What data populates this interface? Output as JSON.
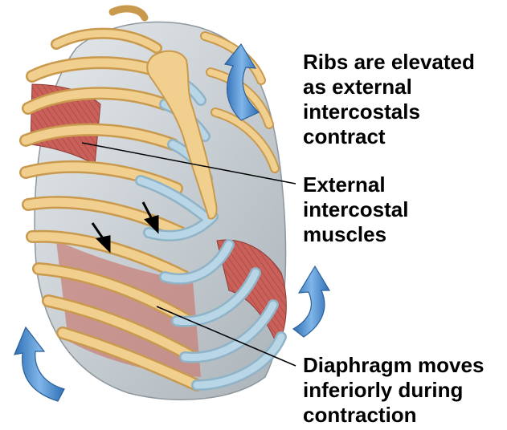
{
  "labels": {
    "ribs": [
      "Ribs are elevated",
      "as external",
      "intercostals",
      "contract"
    ],
    "external_intercostal": [
      "External",
      "intercostal",
      "muscles"
    ],
    "diaphragm": [
      "Diaphragm moves",
      "inferiorly during",
      "contraction"
    ]
  },
  "colors": {
    "rib_bone": "#f1cf8f",
    "rib_outline": "#c99a4e",
    "costal_cartilage": "#b8d6e6",
    "muscle": "#c9615a",
    "lung_gray": "#c7cdd1",
    "arrow_blue": "#4f8fd0",
    "leader_line": "#000000"
  },
  "icons": [
    "curved-up-arrow-icon",
    "contraction-direction-arrow-icon"
  ]
}
